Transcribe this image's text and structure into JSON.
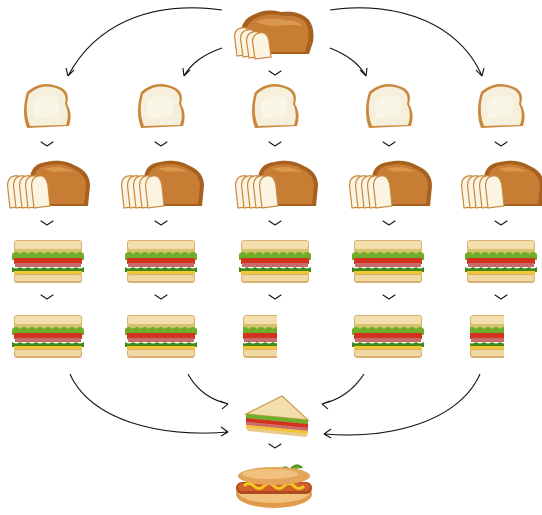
{
  "diagram": {
    "top_node": "bread-loaf",
    "columns": [
      {
        "stages": [
          "bread-slice",
          "sliced-loaf",
          "sandwich",
          "sandwich"
        ],
        "last_cropped": false
      },
      {
        "stages": [
          "bread-slice",
          "sliced-loaf",
          "sandwich",
          "sandwich"
        ],
        "last_cropped": false
      },
      {
        "stages": [
          "bread-slice",
          "sliced-loaf",
          "sandwich",
          "sandwich-half"
        ],
        "last_cropped": true
      },
      {
        "stages": [
          "bread-slice",
          "sliced-loaf",
          "sandwich",
          "sandwich"
        ],
        "last_cropped": false
      },
      {
        "stages": [
          "bread-slice",
          "sliced-loaf",
          "sandwich",
          "sandwich-half"
        ],
        "last_cropped": true
      }
    ],
    "merge_node": "triangle-sandwich",
    "final_node": "hot-dog"
  }
}
